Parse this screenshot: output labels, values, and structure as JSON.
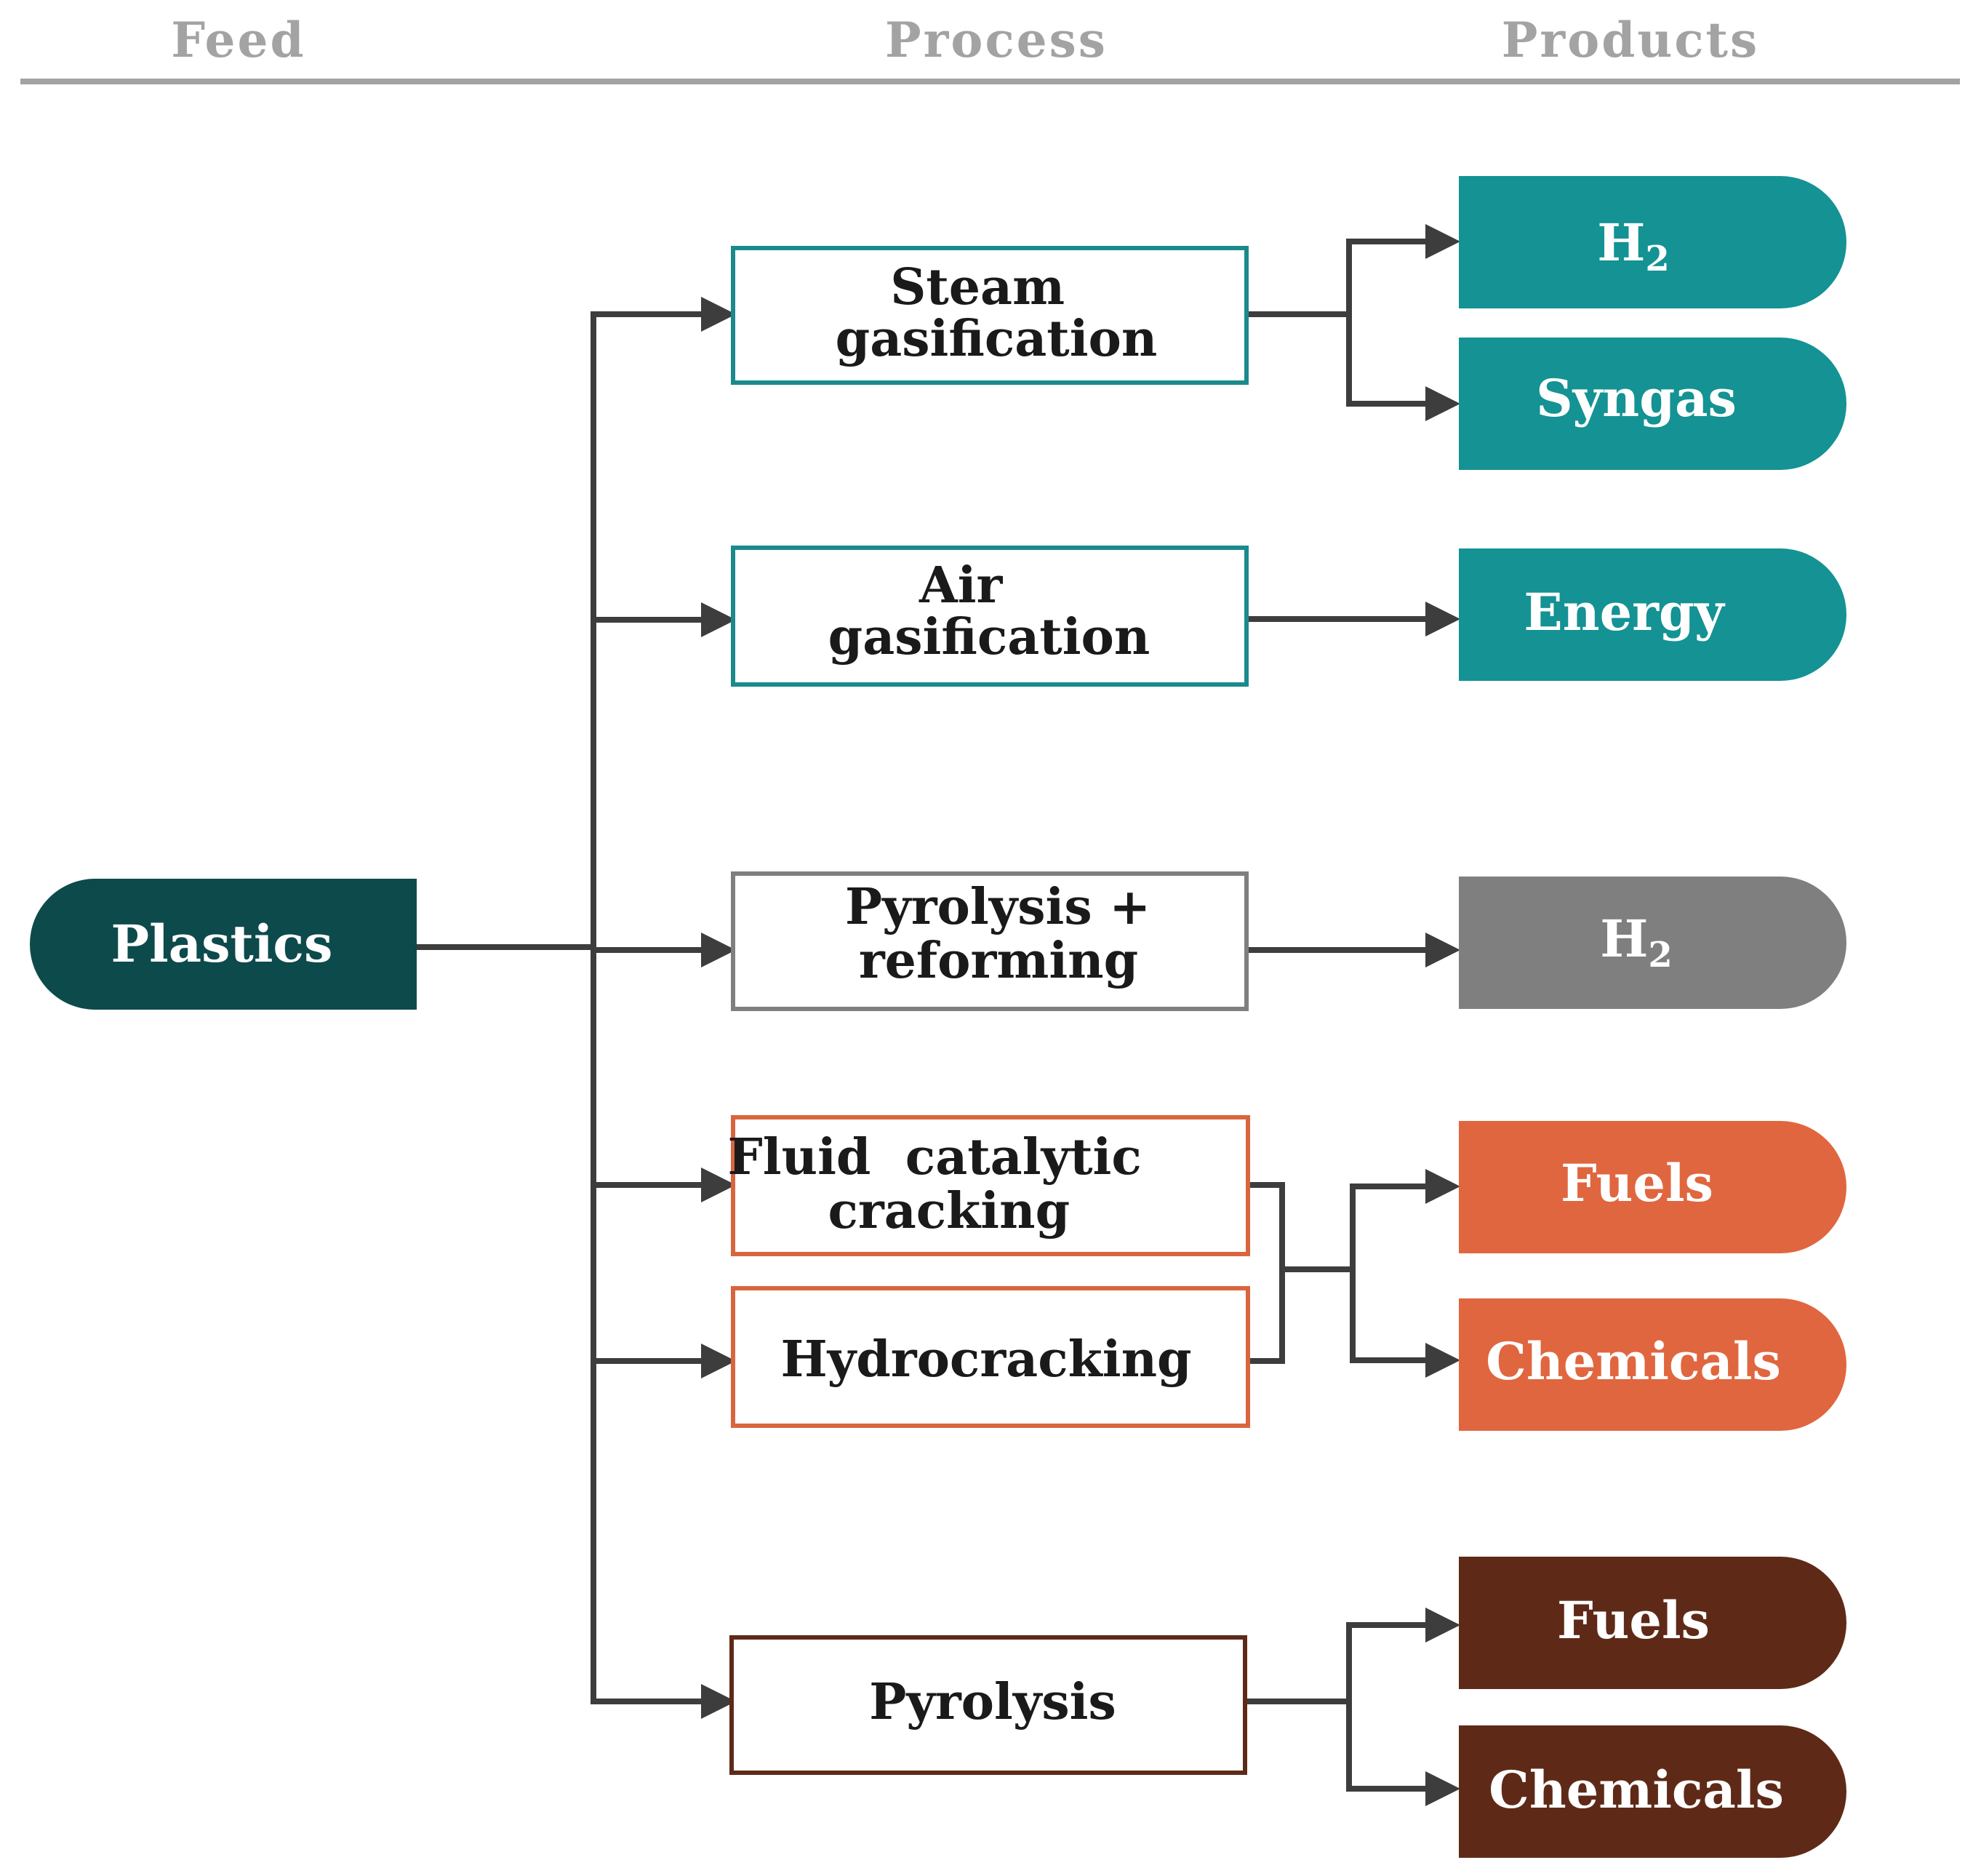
{
  "headers": {
    "feed": "Feed",
    "process": "Process",
    "products": "Products"
  },
  "feed": {
    "label": "Plastics",
    "color": "#0d4a4c"
  },
  "processes": {
    "steam_gasification": {
      "line1": "Steam",
      "line2": "gasification",
      "border_color": "#1a8a8c"
    },
    "air_gasification": {
      "line1": "Air",
      "line2": "gasification",
      "border_color": "#1a8a8c"
    },
    "pyrolysis_reforming": {
      "line1": "Pyrolysis +",
      "line2": "reforming",
      "border_color": "#7f7f7f"
    },
    "fluid_catalytic_cracking": {
      "line1": "Fluid  catalytic",
      "line2": "cracking",
      "border_color": "#d9653f"
    },
    "hydrocracking": {
      "line1": "Hydrocracking",
      "border_color": "#d9653f"
    },
    "pyrolysis": {
      "line1": "Pyrolysis",
      "border_color": "#5e2a17"
    }
  },
  "products": {
    "h2_steam": {
      "base": "H",
      "sub": "2",
      "color": "#149294"
    },
    "syngas": {
      "label": "Syngas",
      "color": "#149294"
    },
    "energy": {
      "label": "Energy",
      "color": "#149294"
    },
    "h2_pyrolysis": {
      "base": "H",
      "sub": "2",
      "color": "#7f7f7f"
    },
    "fuels_cracking": {
      "label": "Fuels",
      "color": "#e0663f"
    },
    "chemicals_cracking": {
      "label": "Chemicals",
      "color": "#e0663f"
    },
    "fuels_pyrolysis": {
      "label": "Fuels",
      "color": "#5e2a17"
    },
    "chemicals_pyrolysis": {
      "label": "Chemicals",
      "color": "#5e2a17"
    }
  },
  "colors": {
    "header_text": "#a3a3a3",
    "header_rule": "#a3a3a3",
    "connector": "#3d3d3d"
  }
}
